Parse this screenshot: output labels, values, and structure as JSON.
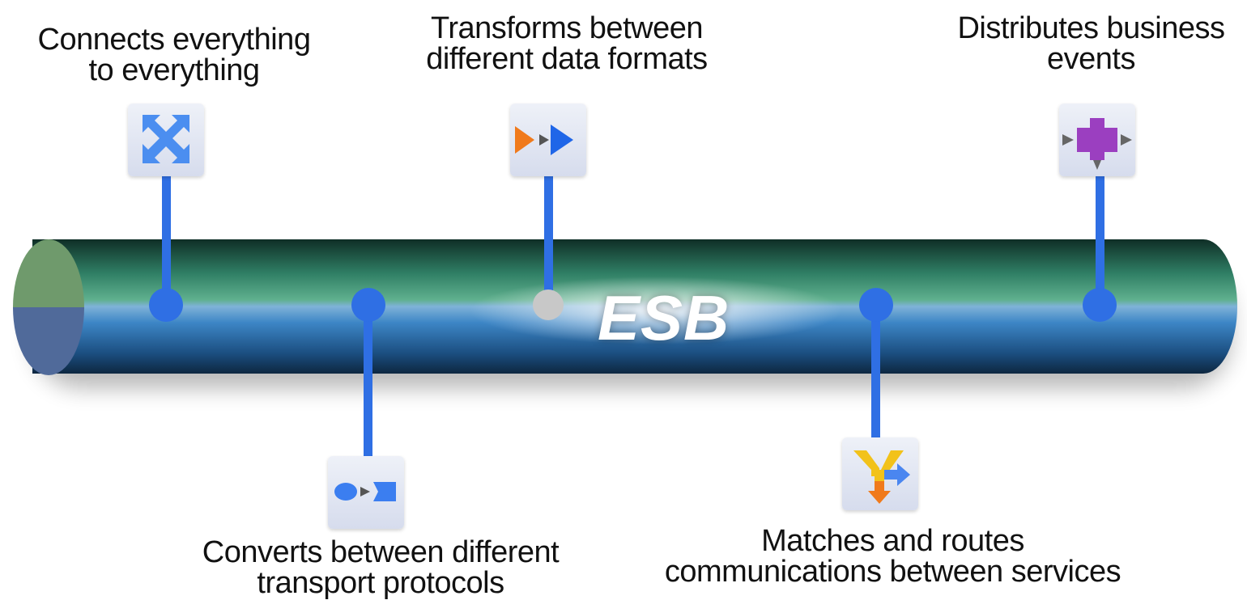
{
  "bus": {
    "title": "ESB"
  },
  "features": [
    {
      "line1": "Connects everything",
      "line2": "to everything"
    },
    {
      "line1": "Converts between different",
      "line2": "transport protocols"
    },
    {
      "line1": "Transforms between",
      "line2": "different data formats"
    },
    {
      "line1": "Matches and routes",
      "line2": "communications between services"
    },
    {
      "line1": "Distributes business",
      "line2": "events"
    }
  ],
  "icons": [
    "cross-arrows-icon",
    "protocol-converter-icon",
    "transform-arrows-icon",
    "router-split-icon",
    "event-distribution-icon"
  ],
  "colors": {
    "connector": "#2f6fe4",
    "pipe_top": "#2e7a63",
    "pipe_bottom": "#2c74b8",
    "inactive_node": "#c8c8c8"
  }
}
